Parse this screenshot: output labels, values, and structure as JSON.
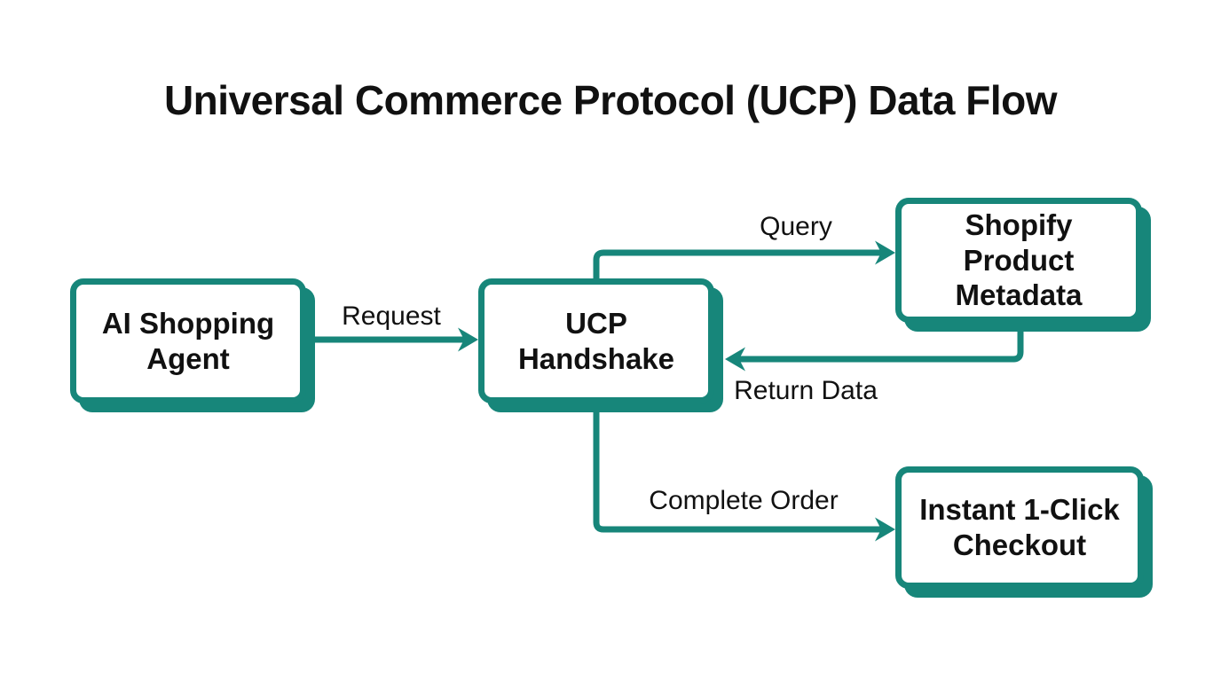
{
  "title": "Universal Commerce Protocol (UCP) Data Flow",
  "colors": {
    "accent": "#17867A",
    "text": "#111111",
    "background": "#FFFFFF"
  },
  "nodes": [
    {
      "id": "ai-shopping-agent",
      "label": "AI Shopping Agent"
    },
    {
      "id": "ucp-handshake",
      "label": "UCP Handshake"
    },
    {
      "id": "shopify-product-metadata",
      "label": "Shopify Product Metadata"
    },
    {
      "id": "instant-1-click-checkout",
      "label": "Instant 1-Click Checkout"
    }
  ],
  "edges": [
    {
      "from": "ai-shopping-agent",
      "to": "ucp-handshake",
      "label": "Request"
    },
    {
      "from": "ucp-handshake",
      "to": "shopify-product-metadata",
      "label": "Query"
    },
    {
      "from": "shopify-product-metadata",
      "to": "ucp-handshake",
      "label": "Return Data"
    },
    {
      "from": "ucp-handshake",
      "to": "instant-1-click-checkout",
      "label": "Complete Order"
    }
  ]
}
